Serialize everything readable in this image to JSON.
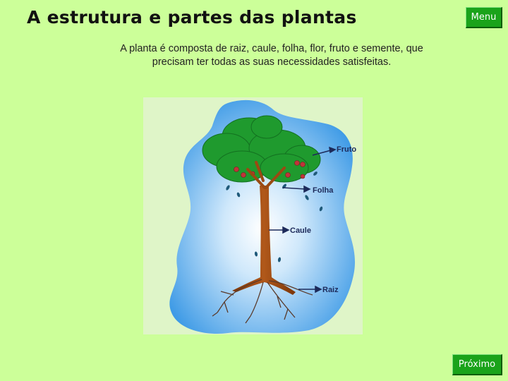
{
  "header": {
    "title": "A estrutura e partes das plantas"
  },
  "nav": {
    "menu_label": "Menu",
    "next_label": "Próximo"
  },
  "content": {
    "intro_text": "A planta é composta de raiz, caule, folha, flor, fruto e semente, que precisam ter todas as suas necessidades satisfeitas."
  },
  "figure": {
    "labels": {
      "fruit": "Fruto",
      "leaf": "Folha",
      "stem": "Caule",
      "root": "Raiz"
    }
  },
  "colors": {
    "background": "#ccff99",
    "button": "#1aa31a",
    "sky": "#4aa3e8",
    "foliage": "#1f9a2e",
    "trunk": "#9a4a12"
  }
}
